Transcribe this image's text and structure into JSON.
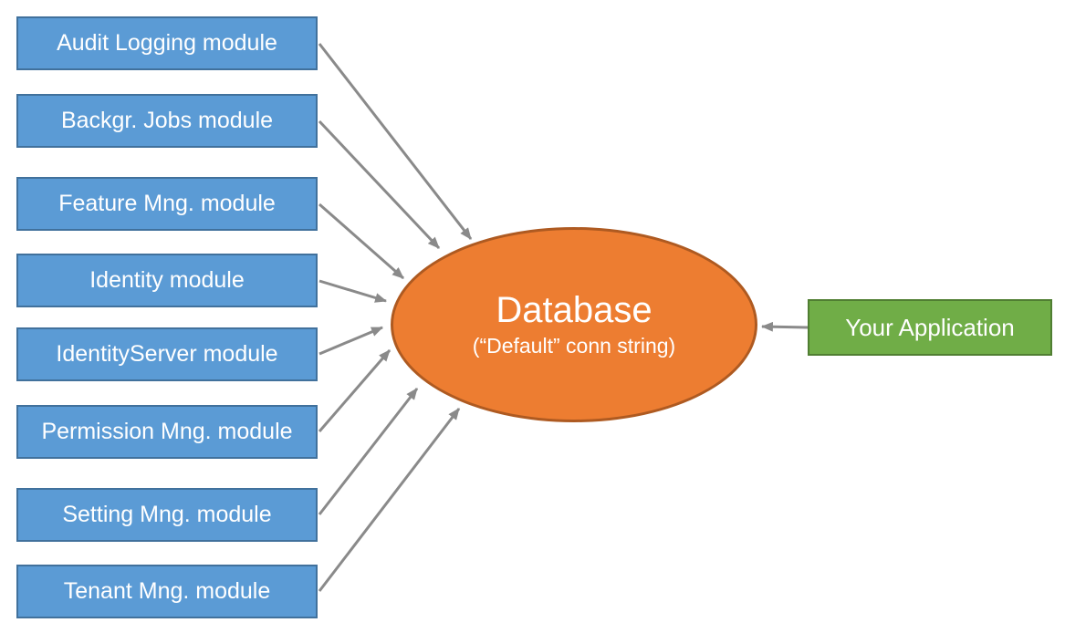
{
  "diagram": {
    "modules": [
      {
        "label": "Audit Logging module"
      },
      {
        "label": "Backgr. Jobs module"
      },
      {
        "label": "Feature Mng. module"
      },
      {
        "label": "Identity module"
      },
      {
        "label": "IdentityServer module"
      },
      {
        "label": "Permission Mng. module"
      },
      {
        "label": "Setting Mng. module"
      },
      {
        "label": "Tenant Mng. module"
      }
    ],
    "database": {
      "title": "Database",
      "subtitle": "(“Default” conn string)"
    },
    "application": {
      "label": "Your Application"
    },
    "connections": [
      {
        "from": "Audit Logging module",
        "to": "Database"
      },
      {
        "from": "Backgr. Jobs module",
        "to": "Database"
      },
      {
        "from": "Feature Mng. module",
        "to": "Database"
      },
      {
        "from": "Identity module",
        "to": "Database"
      },
      {
        "from": "IdentityServer module",
        "to": "Database"
      },
      {
        "from": "Permission Mng. module",
        "to": "Database"
      },
      {
        "from": "Setting Mng. module",
        "to": "Database"
      },
      {
        "from": "Tenant Mng. module",
        "to": "Database"
      },
      {
        "from": "Your Application",
        "to": "Database"
      }
    ],
    "colors": {
      "module_fill": "#5B9BD5",
      "module_border": "#41719C",
      "database_fill": "#ED7D31",
      "database_border": "#AE5A21",
      "application_fill": "#70AD47",
      "application_border": "#507E32",
      "arrow": "#8A8A8A",
      "label_text": "#FFFFFF"
    }
  }
}
